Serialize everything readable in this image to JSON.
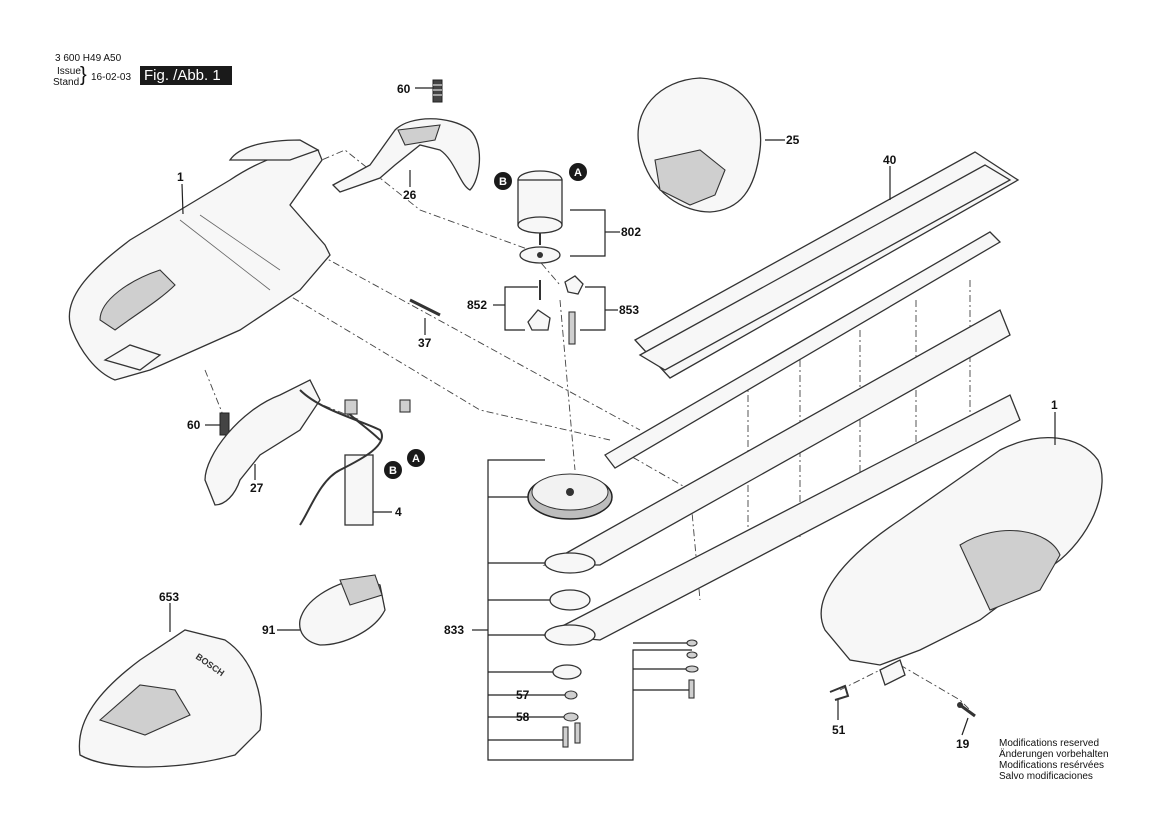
{
  "header": {
    "doc_number": "3 600 H49 A50",
    "issue_label": "Issue",
    "stand_label": "Stand",
    "brace": "}",
    "date": "16-02-03",
    "figure_label": "Fig. /Abb. 1"
  },
  "callouts": {
    "housing_left": "1",
    "spring_top": "60",
    "handle_top": "26",
    "guard": "25",
    "motor_set": "802",
    "blade_cover": "40",
    "pin": "37",
    "set_852": "852",
    "set_853": "853",
    "spring_left": "60",
    "handle_side": "27",
    "wiring": "4",
    "housing_right": "1",
    "charger": "653",
    "battery": "91",
    "blade_set": "833",
    "part_57": "57",
    "part_58": "58",
    "clip": "51",
    "screw": "19"
  },
  "badges": {
    "motor_a": "A",
    "motor_b": "B",
    "wire_a": "A",
    "wire_b": "B"
  },
  "charger_brand": "BOSCH",
  "notes": [
    "Modifications reserved",
    "Änderungen vorbehalten",
    "Modifications resérvées",
    "Salvo modificaciones"
  ]
}
